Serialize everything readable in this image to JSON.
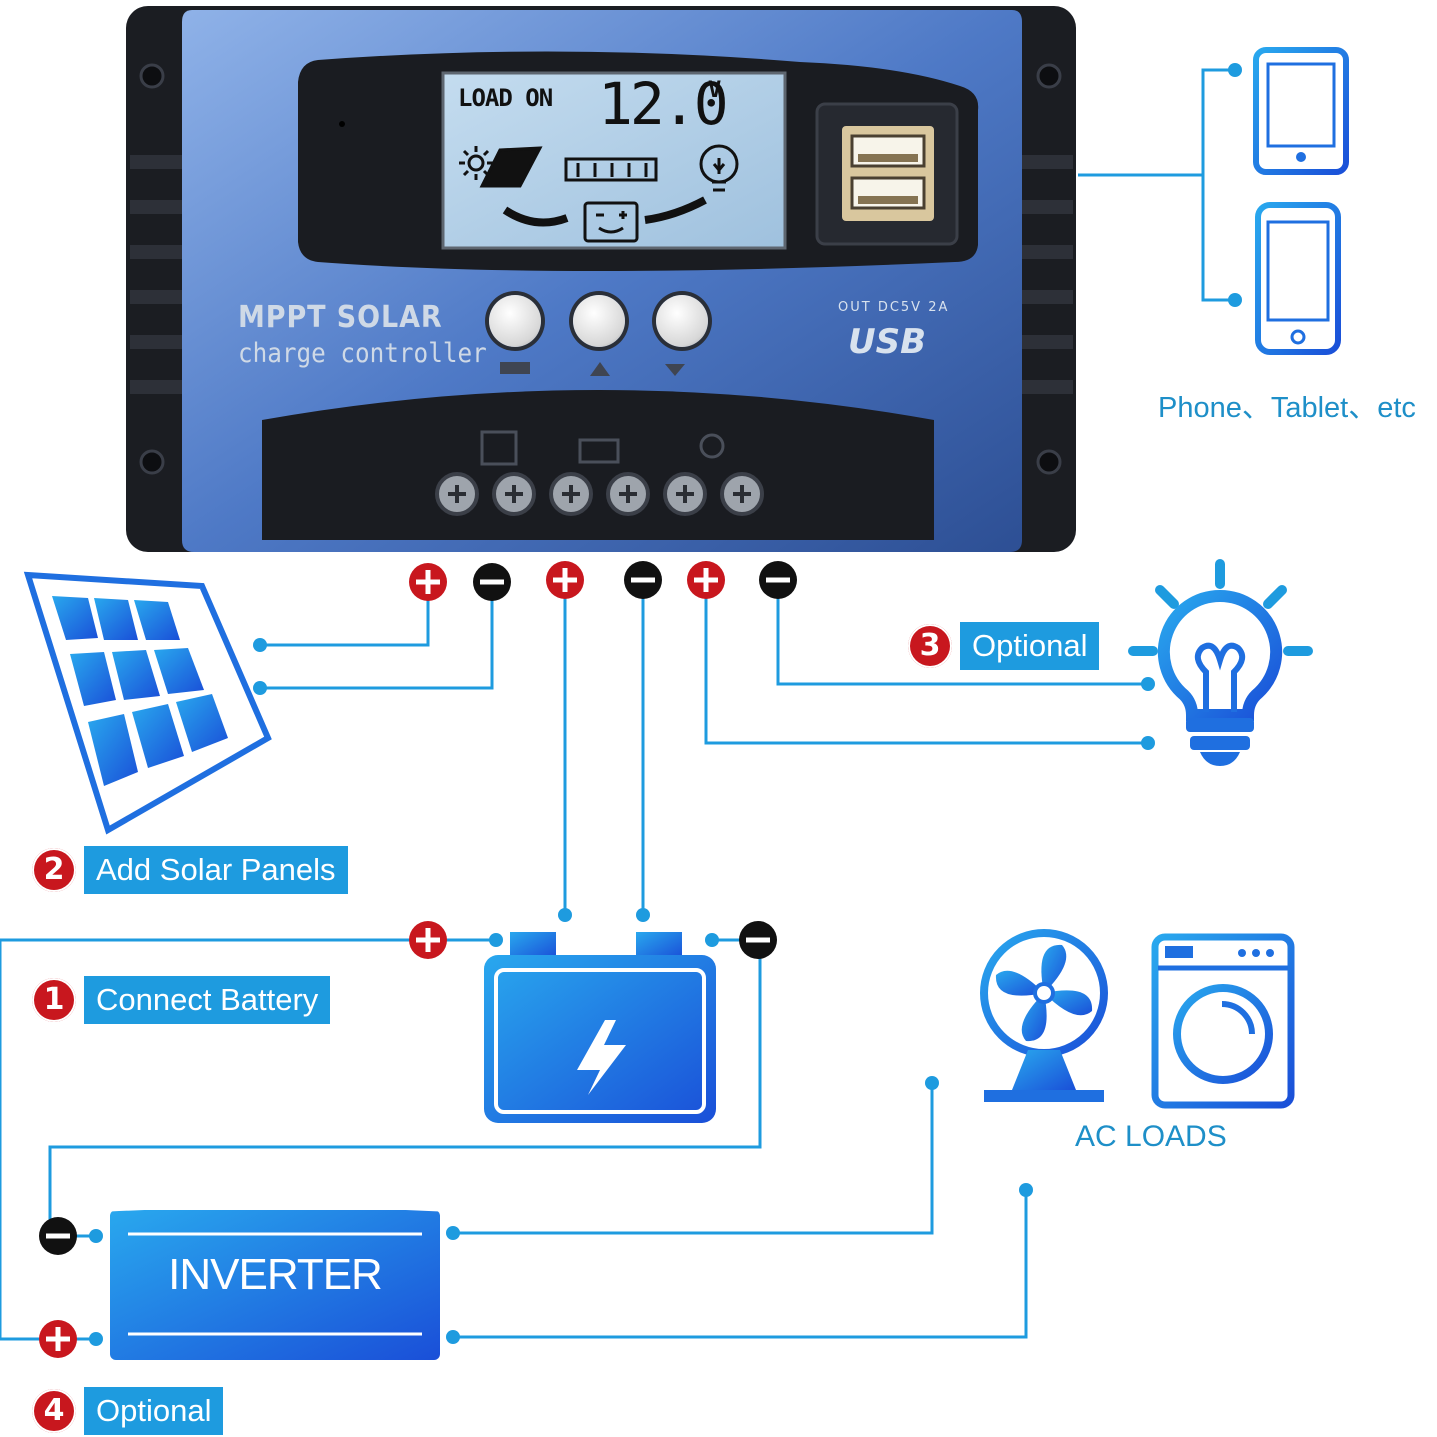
{
  "lcd": {
    "status": "LOAD ON",
    "voltage": "12.0",
    "unit": "V"
  },
  "controller": {
    "brand_line1": "MPPT SOLAR",
    "brand_line2": "charge controller",
    "usb_spec": "OUT DC5V 2A",
    "usb_logo": "USB"
  },
  "inverter": {
    "label": "INVERTER"
  },
  "devices": {
    "caption": "Phone、Tablet、etc"
  },
  "ac_loads": {
    "caption": "AC LOADS"
  },
  "steps": [
    {
      "number": "1",
      "label": "Connect Battery"
    },
    {
      "number": "2",
      "label": "Add Solar Panels"
    },
    {
      "number": "3",
      "label": "Optional"
    },
    {
      "number": "4",
      "label": "Optional"
    }
  ],
  "colors": {
    "wire": "#1e9bdf",
    "positive": "#c8171e",
    "negative": "#111111",
    "icon_blue": "#1f6fe0",
    "controller_blue": "#4e79c6"
  },
  "icons": [
    "solar-panel-icon",
    "battery-icon",
    "bulb-icon",
    "tablet-icon",
    "phone-icon",
    "fan-icon",
    "washing-machine-icon",
    "usb-port-icon"
  ]
}
